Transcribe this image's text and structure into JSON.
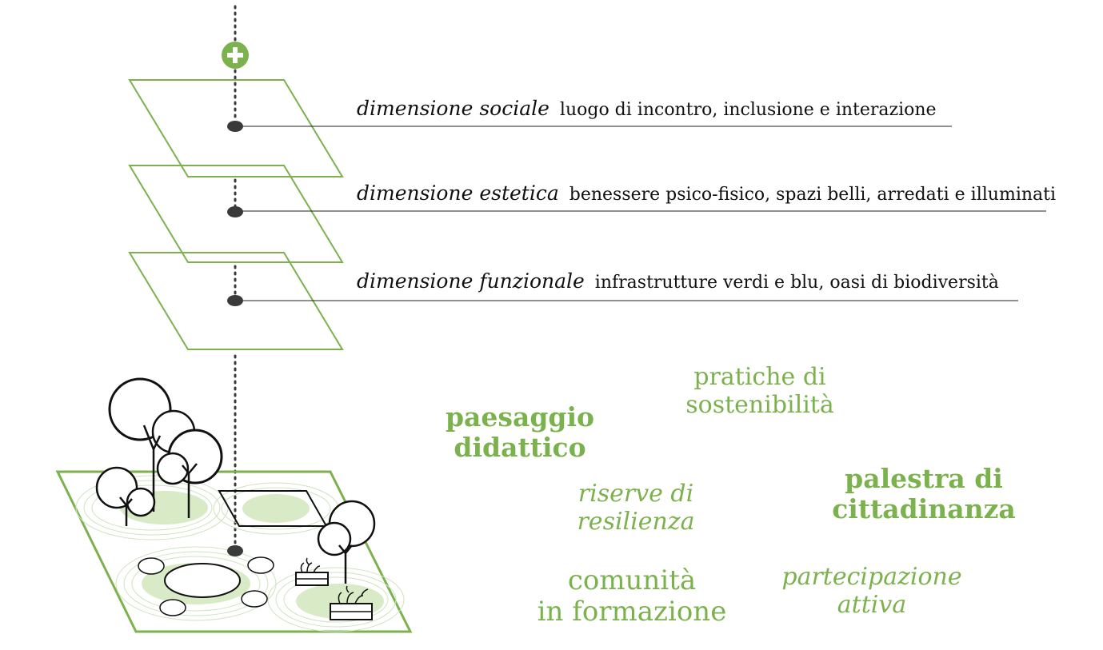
{
  "colors": {
    "accent": "#7bb24d",
    "light_green": "#d8ebc6",
    "ink": "#111111",
    "dot": "#3a3a3a"
  },
  "icons": [
    "plus-icon",
    "tree-icon",
    "planter-icon"
  ],
  "layers": [
    {
      "dimension": "dimensione sociale",
      "description": "luogo di incontro, inclusione e interazione"
    },
    {
      "dimension": "dimensione estetica",
      "description": "benessere psico-fisico, spazi belli, arredati e illuminati"
    },
    {
      "dimension": "dimensione funzionale",
      "description": "infrastrutture verdi e blu, oasi di biodiversità"
    }
  ],
  "keywords": {
    "paesaggio": [
      "paesaggio",
      "didattico"
    ],
    "pratiche": [
      "pratiche di",
      "sostenibilità"
    ],
    "palestra": [
      "palestra di",
      "cittadinanza"
    ],
    "riserve": [
      "riserve di",
      "resilienza"
    ],
    "comunita": [
      "comunità",
      "in formazione"
    ],
    "partecipazione": [
      "partecipazione",
      "attiva"
    ]
  }
}
